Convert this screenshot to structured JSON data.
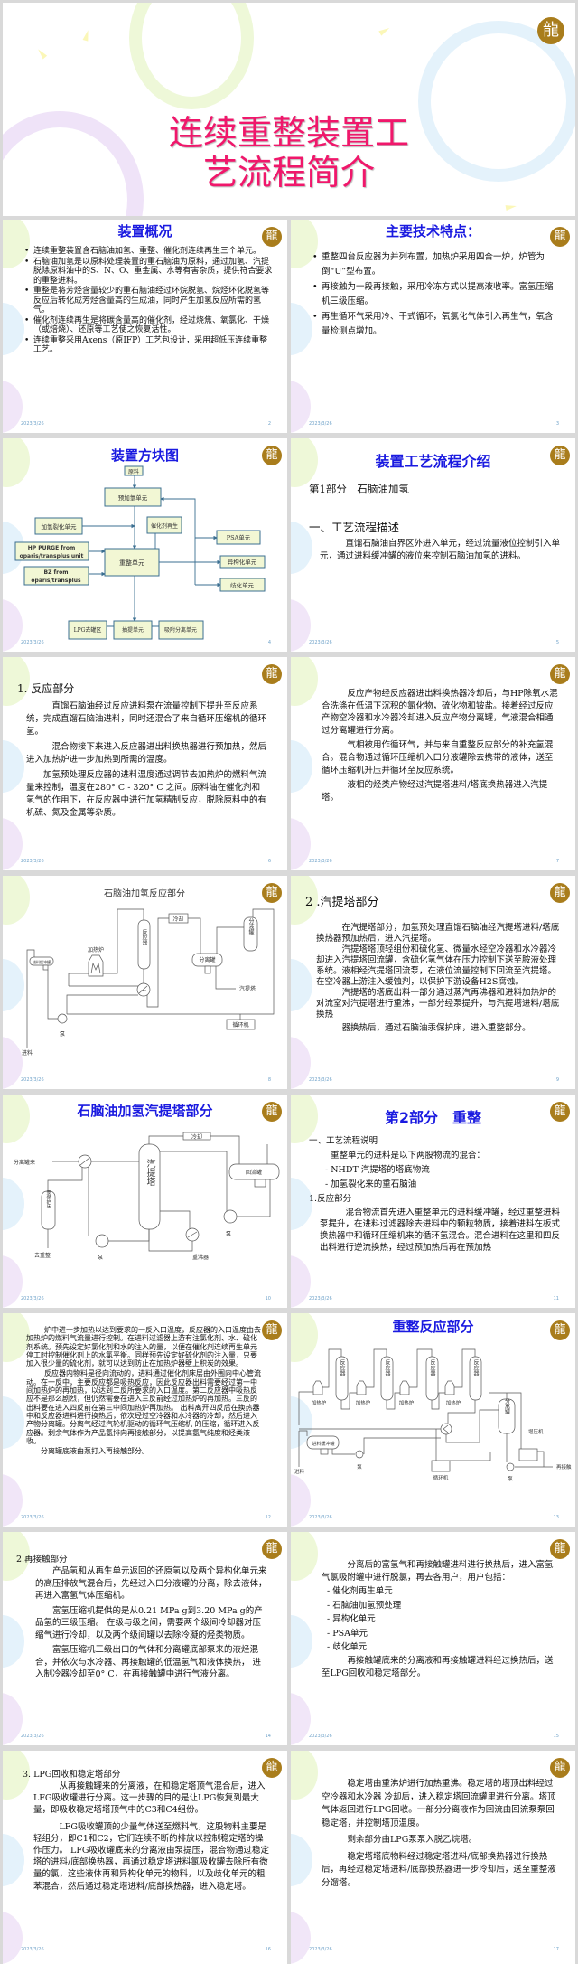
{
  "title_slide": {
    "line1": "连续重整装置工",
    "line2": "艺流程简介"
  },
  "footer_date": "2023/3/26",
  "logo": "dragon-emblem",
  "colors": {
    "title_pink": "#f0176b",
    "slide_title_blue": "#1a1ae0",
    "logo_gold": "#a97d1c"
  },
  "s2": {
    "title": "装置概况",
    "num": "2",
    "bullets": [
      "连续重整装置含石脑油加氢、重整、催化剂连续再生三个单元。",
      "石脑油加氢是以原料处理装置的重石脑油为原料，通过加氢、汽提脱除原料油中的S、N、O、重金属、水等有害杂质，提供符合要求的重整进料。",
      "重整是将芳烃含量较少的重石脑油经过环烷脱氢、烷烃环化脱氢等反应后转化成芳烃含量高的生成油，同时产生加氢反应所需的氢气。",
      "催化剂连续再生是将碳含量高的催化剂，经过烧焦、氧氯化、干燥（或焙烧）、还原等工艺使之恢复活性。",
      "连续重整采用Axens（原IFP）工艺包设计，采用超低压连续重整工艺。"
    ]
  },
  "s3": {
    "title": "主要技术特点：",
    "num": "3",
    "bullets": [
      "重整四台反应器为并列布置，加热炉采用四合一炉，炉管为倒“U”型布置。",
      "再接触为一段再接触，采用冷冻方式以提高液收率。富氢压缩机三级压缩。",
      "再生循环气采用冷、干式循环，氧氯化气体引入再生气，氧含量检测点增加。"
    ]
  },
  "s4": {
    "title": "装置方块图",
    "num": "4",
    "boxes": {
      "feed": "原料",
      "prehydro": "预加氢单元",
      "hydrocrack": "加氢裂化单元",
      "catregen": "催化剂再生",
      "hp_purge_1": "HP PURGE from",
      "hp_purge_2": "oparis/transplus unit",
      "bz_1": "BZ from",
      "bz_2": "oparis/transplus",
      "reform": "重整单元",
      "psa": "PSA单元",
      "isom": "异构化单元",
      "dispro": "歧化单元",
      "lpg": "LPG去罐区",
      "extract": "抽提单元",
      "adsorb": "吸附分离单元"
    }
  },
  "s5": {
    "title": "装置工艺流程介绍",
    "num": "5",
    "part": "第1部分　石脑油加氢",
    "section": "一、工艺流程描述",
    "para": "直馏石脑油自界区外进入单元，经过流量液位控制引入单元，通过进料缓冲罐的液位来控制石脑油加氢的进料。"
  },
  "s6": {
    "heading": "1. 反应部分",
    "num": "6",
    "paras": [
      "直馏石脑油经过反应进料泵在流量控制下提升至反应系统，完成直馏石脑油进料，同时还混合了来自循环压缩机的循环氢。",
      "混合物接下来进入反应器进出料换热器进行预加热，然后进入加热炉进一步加热到所需的温度。",
      "加氢预处理反应器的进料温度通过调节去加热炉的燃料气流量来控制，温度在280° C - 320° C 之间。原料油在催化剂和氢气的作用下，在反应器中进行加氢精制反应，脱除原料中的有机硫、氮及金属等杂质。"
    ]
  },
  "s7": {
    "num": "7",
    "paras": [
      "反应产物经反应器进出料换热器冷却后，与HP除氧水混合洗涤在低温下沉积的氯化物，硫化物和铵盐。接着经过反应产物空冷器和水冷器冷却进入反应产物分离罐，气液混合相通过分离罐进行分离。",
      "气相被用作循环气，并与来自重整反应部分的补充氢混合。混合物通过循环压缩机入口分液罐除去携带的液体，送至循环压缩机升压并循环至反应系统。",
      "液相的烃类产物经过汽提塔进料/塔底换热器进入汽提塔。"
    ]
  },
  "s8": {
    "title": "石脑油加氢反应部分",
    "num": "8",
    "labels": {
      "buffer": "进料缓冲罐",
      "feed": "进料",
      "pump": "泵",
      "heater": "加热炉",
      "reactor": "反应器",
      "cooler": "冷却",
      "separator": "分离罐",
      "knockout": "分液罐",
      "stripper": "汽提塔",
      "compressor": "循环机"
    }
  },
  "s9": {
    "heading": "2 .汽提塔部分",
    "num": "9",
    "paras": [
      "在汽提塔部分，加氢预处理直馏石脑油经汽提塔进料/塔底换热器预加热后，进入汽提塔。",
      "汽提塔塔顶轻组份和硫化氢、微量水经空冷器和水冷器冷却进入汽提塔回流罐，含硫化氢气体在压力控制下送至胺液处理系统。液相经汽提塔回流泵，在液位流量控制下回流至汽提塔。在空冷器上游注入缓蚀剂，以保护下游设备H2S腐蚀。",
      "汽提塔的塔底出料一部分通过蒸汽再沸器和进料加热炉的对流室对汽提塔进行重沸，一部分经泵提升，与汽提塔进料/塔底换热",
      "器换热后，通过石脑油汞保护床，进入重整部分。"
    ]
  },
  "s10": {
    "title": "石脑油加氢汽提塔部分",
    "num": "10",
    "labels": {
      "from_sep": "分离罐来",
      "guard": "汞保护床",
      "to_reform": "去重整",
      "pump": "泵",
      "stripper": "汽提塔",
      "cooler": "冷却",
      "drum": "回流罐",
      "reboiler": "重沸器"
    }
  },
  "s11": {
    "title": "第2部分　重整",
    "num": "11",
    "lines": [
      "一、工艺流程说明",
      "重整单元的进料是以下两股物流的混合：",
      "- NHDT 汽提塔的塔底物流",
      "- 加氢裂化来的重石脑油",
      "1.反应部分"
    ],
    "para": "混合物流首先进入重整单元的进料缓冲罐，经过重整进料泵提升，在进料过滤器除去进料中的颗粒物质，接着进料在板式换热器中和循环压缩机来的循环氢混合。混合进料在这里和四反出料进行逆流换热，经过预加热后再在预加热"
  },
  "s12": {
    "num": "12",
    "paras": [
      "炉中进一步加热以达到要求的一反入口温度，反应器的入口温度由去加热炉的燃料气流量进行控制。在进料过滤器上游有注氯化剂、水、硫化剂系统。预先设定好氯化剂和水的注入的量，以便在催化剂连续再生单元停工时控制催化剂上的水氯平衡。同样预先设定好硫化剂的注入量，只要加入很少量的硫化剂，就可以达到防止在加热炉器壁上积炭的效果。",
      "反应器内物料是径向流动的，进料通过催化剂床层由外围向中心管流动。在一反中，主要反应都是吸热反应，因此反应器出料需要经过第一中间加热炉的再加热，以达到二反所要求的入口温度。第二反应器中吸热反应不是那么剧烈，但仍然需要在进入三反前经过加热炉的再加热。三反的出料要在进入四反前在第三中间加热炉再加热。 出料离开四反后在换热器中和反应器进料进行换热后，依次经过空冷器和水冷器的冷却，然后进入产物分离罐。分离气经过汽轮机驱动的循环气压缩机 的压缩，循环进入反应器。剩余气体作为产品氢排向再接触部分，以提高氢气纯度和烃类液收。",
      "分离罐底液由泵打入再接触部分。"
    ]
  },
  "s13": {
    "title": "重整反应部分",
    "num": "13",
    "labels": {
      "reactor": "反应器",
      "heater": "加热炉",
      "buffer": "进料缓冲罐",
      "feed": "进料",
      "pump": "泵",
      "compressor": "循环机",
      "separator": "分离罐",
      "booster": "增压机",
      "recontact": "再接触"
    }
  },
  "s14": {
    "heading": "2.再接触部分",
    "num": "14",
    "paras": [
      "产品氢和从再生单元返回的还原氢以及两个异构化单元来的高压排放气混合后，先经过入口分液罐的分离，除去液体，再进入富氢气体压缩机。",
      "富氢压缩机提供的是从0.21 MPa g到3.20 MPa g的产品氢的三级压缩。 在级与级之间，需要两个级间冷却器对压缩气进行冷却，以及两个级间罐以去除冷凝的烃类物质。",
      "富氢压缩机三级出口的气体和分离罐底部泵来的液烃混合，并依次与水冷器、再接触罐的低温氢气和液体换热， 进入制冷器冷却至0° C，在再接触罐中进行气液分离。"
    ]
  },
  "s15": {
    "num": "15",
    "intro": "分离后的富氢气和再接触罐进料进行换热后，进入富氢气氯吸附罐中进行脱氯，再去各用户，用户包括：",
    "users": [
      "- 催化剂再生单元",
      "- 石脑油加氢预处理",
      "- 异构化单元",
      "- PSA单元",
      "- 歧化单元"
    ],
    "outro": "再接触罐底来的分离液和再接触罐进料经过换热后，送至LPG回收和稳定塔部分。"
  },
  "s16": {
    "heading": "3. LPG回收和稳定塔部分",
    "num": "16",
    "paras": [
      "从再接触罐来的分离液，在和稳定塔顶气混合后，进入LFG吸收罐进行分离。这一步骤的目的是让LPG恢复到最大量，即吸收稳定塔塔顶气中的C3和C4组份。",
      "LFG吸收罐顶的少量气体送至燃料气，这股物料主要是轻组分，即C1和C2，它们连续不断的排放以控制稳定塔的操作压力。 LFG吸收罐底来的分离液由泵提压，混合物通过稳定塔的进料/底部换热器，再通过稳定塔进料氯吸收罐去除所有微量的氯，这些液体再和异构化单元的物料，以及歧化单元的粗苯混合，然后通过稳定塔进料/底部换热器，进入稳定塔。"
    ]
  },
  "s17": {
    "num": "17",
    "paras": [
      "稳定塔由重沸炉进行加热重沸。稳定塔的塔顶出料经过空冷器和水冷器 冷却后，进入稳定塔回流罐里进行分离。塔顶气体返回进行LPG回收。一部分分离液作为回流由回流泵泵回稳定塔，并控制塔顶温度。",
      "剩余部分由LPG泵泵入脱乙烷塔。",
      "稳定塔塔底物料经过稳定塔进料/底部换热器进行换热后，再经过稳定塔进料/底部换热器进一步冷却后，送至重整液分馏塔。"
    ]
  }
}
